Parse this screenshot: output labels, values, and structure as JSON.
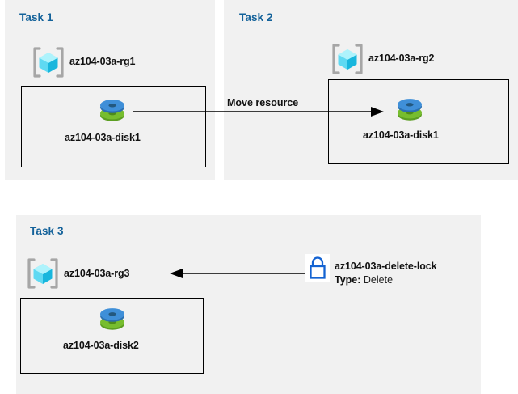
{
  "diagram": {
    "title": "Azure resource group tasks diagram",
    "colors": {
      "panel_bg": "#f1f1f1",
      "page_bg": "#ffffff",
      "task_title": "#14629a",
      "line": "#000000",
      "rg_cube_light": "#5ae0f5",
      "rg_cube_mid": "#3fc9e8",
      "rg_cube_dark": "#19a9cf",
      "rg_bracket": "#a6a6a6",
      "disk_blue": "#3f8fd8",
      "disk_green": "#73b62c",
      "lock_blue": "#1463d2"
    },
    "panels": [
      {
        "name": "task-1",
        "title": "Task 1",
        "resource_group": {
          "icon": "resource-group-icon",
          "label": "az104-03a-rg1"
        },
        "resource": {
          "icon": "managed-disk-icon",
          "label": "az104-03a-disk1"
        }
      },
      {
        "name": "task-2",
        "title": "Task 2",
        "resource_group": {
          "icon": "resource-group-icon",
          "label": "az104-03a-rg2"
        },
        "resource": {
          "icon": "managed-disk-icon",
          "label": "az104-03a-disk1"
        }
      },
      {
        "name": "task-3",
        "title": "Task 3",
        "resource_group": {
          "icon": "resource-group-icon",
          "label": "az104-03a-rg3"
        },
        "resource": {
          "icon": "managed-disk-icon",
          "label": "az104-03a-disk2"
        },
        "lock": {
          "icon": "lock-icon",
          "label": "az104-03a-delete-lock",
          "type_key": "Type:",
          "type_value": "Delete"
        }
      }
    ],
    "connectors": [
      {
        "name": "move-resource-arrow",
        "label": "Move resource",
        "from": "task-1 disk1",
        "to": "task-2 disk1",
        "direction": "right"
      },
      {
        "name": "delete-lock-arrow",
        "label": "",
        "from": "az104-03a-delete-lock",
        "to": "az104-03a-rg3",
        "direction": "left"
      }
    ]
  }
}
